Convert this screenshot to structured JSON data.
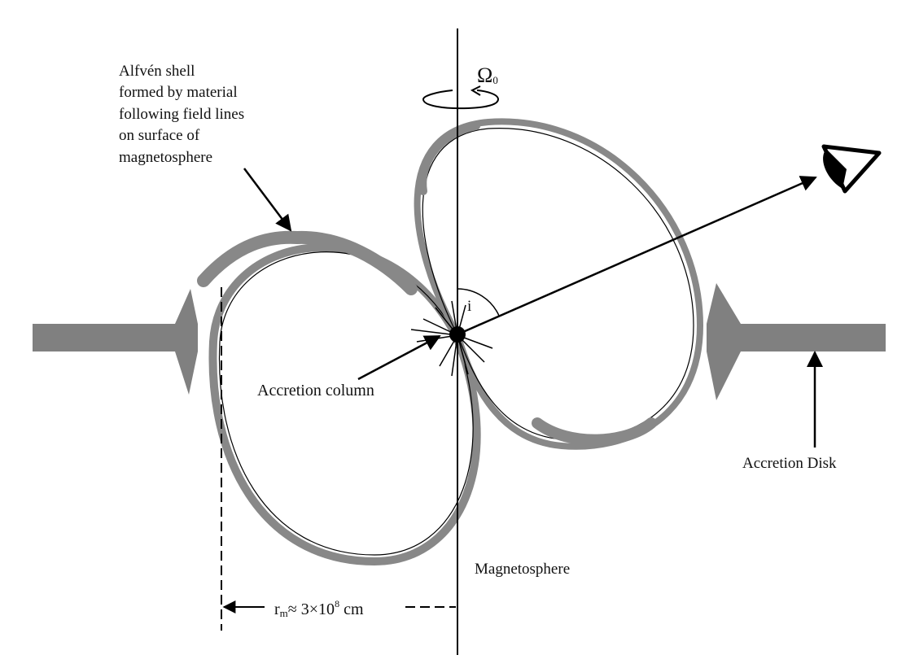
{
  "labels": {
    "alfven_1": "Alfvén shell",
    "alfven_2": "formed by material",
    "alfven_3": "following field lines",
    "alfven_4": "on surface of",
    "alfven_5": "magnetosphere",
    "accretion_column": "Accretion column",
    "accretion_disk": "Accretion Disk",
    "magnetosphere": "Magnetosphere",
    "omega_symbol": "Ω",
    "omega_sub": "0",
    "angle": "i",
    "radius_sym": "r",
    "radius_sub": "m",
    "radius_value": "≈ 3×10",
    "radius_exp": "8",
    "radius_unit": " cm"
  },
  "colors": {
    "line": "#000000",
    "shell": "#888888",
    "disk": "#808080",
    "text": "#111111"
  }
}
